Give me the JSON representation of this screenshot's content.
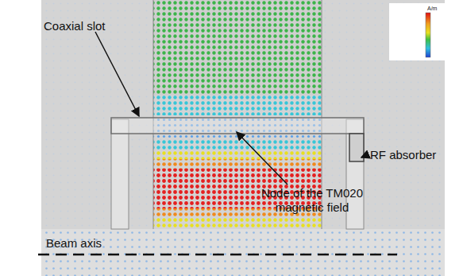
{
  "diagram": {
    "labels": [
      "Coaxial slot",
      "RF absorber",
      "Node of the TM020 magnetic field",
      "Beam axis",
      "A/m"
    ]
  }
}
